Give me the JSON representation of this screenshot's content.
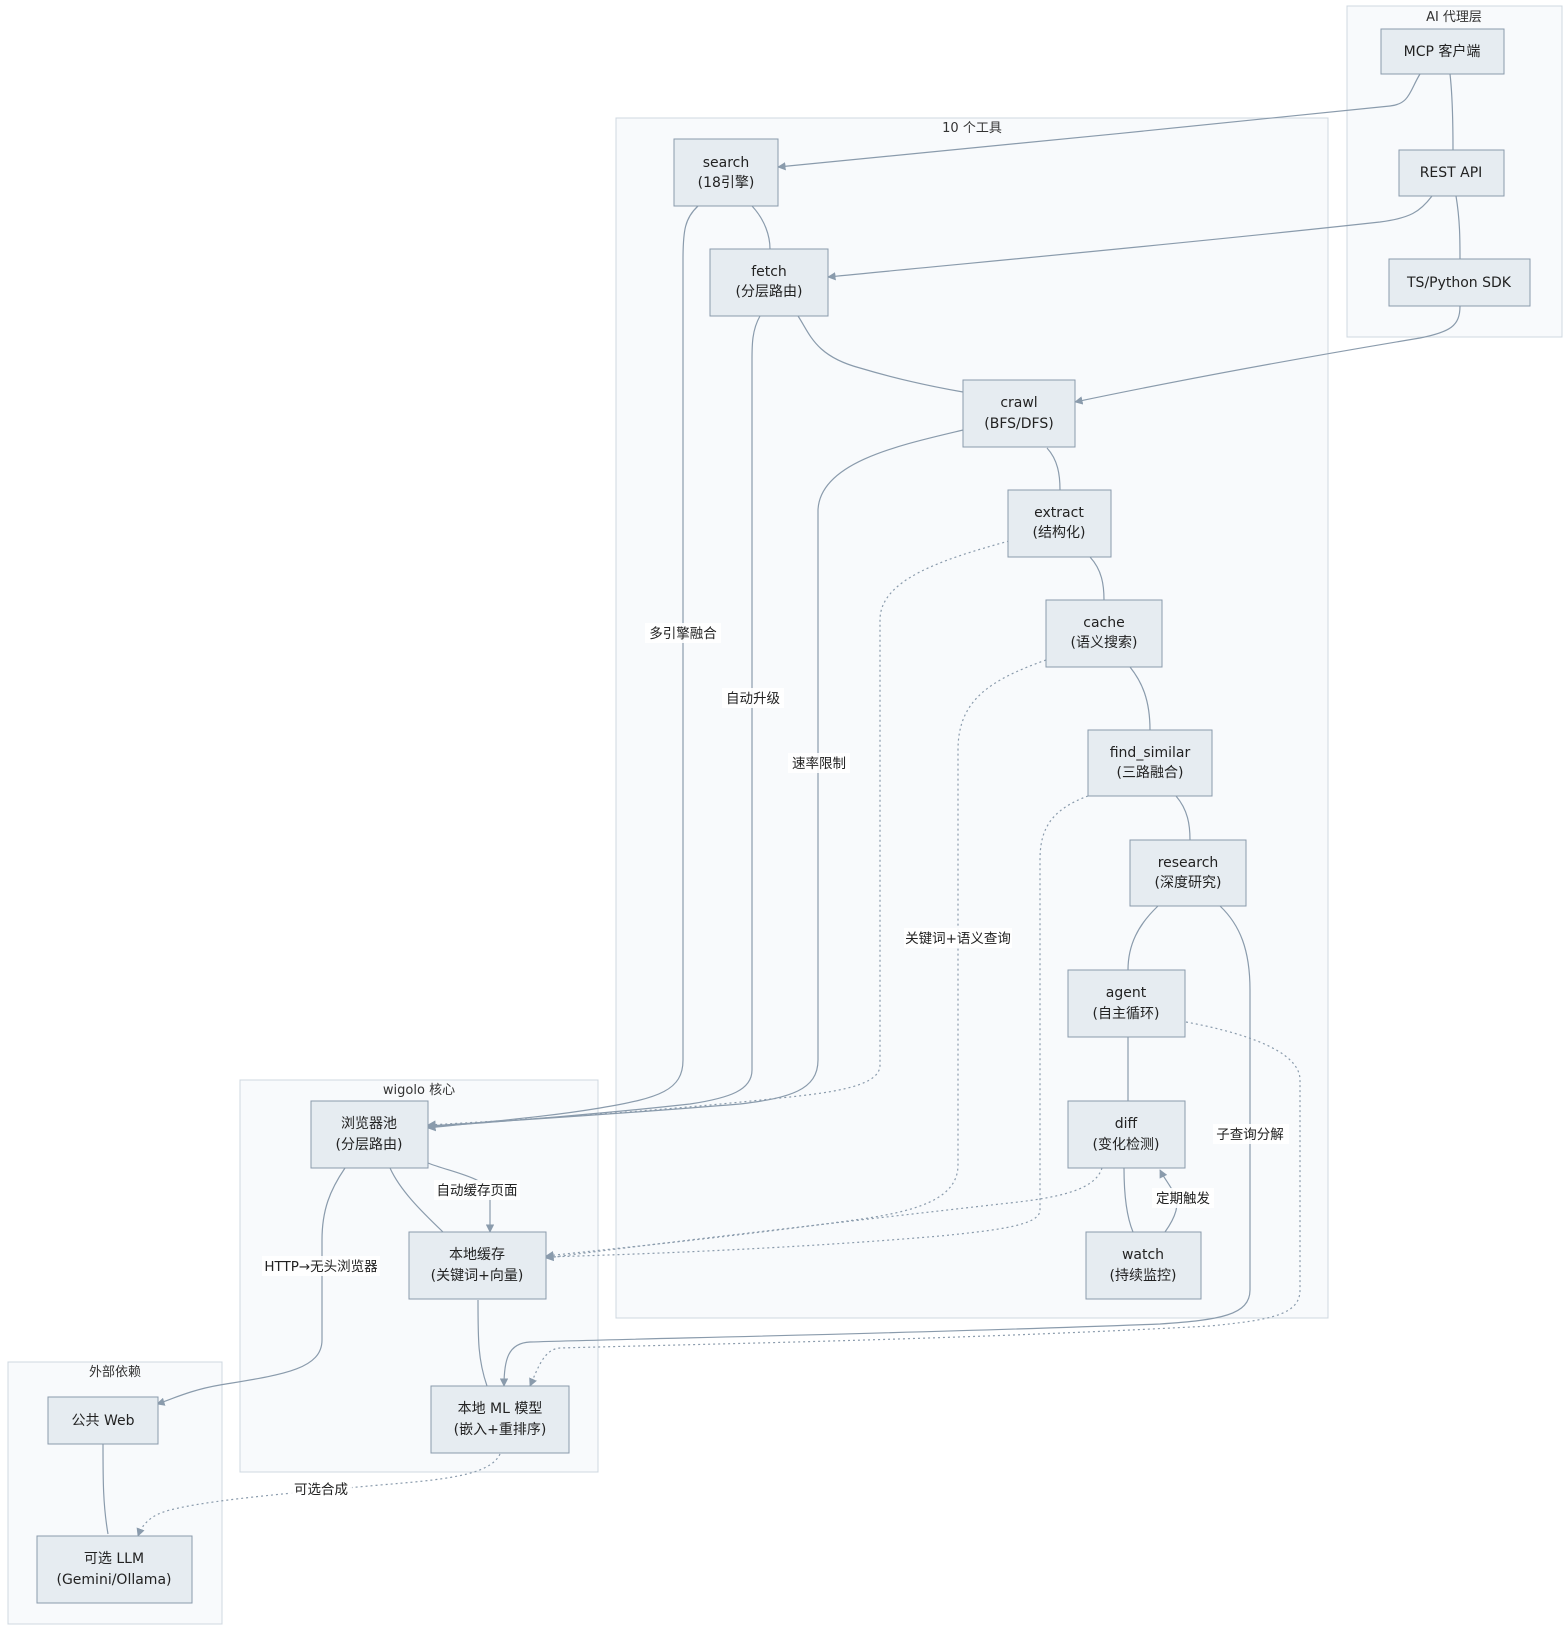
{
  "clusters": {
    "ai_layer": "AI 代理层",
    "tools": "10 个工具",
    "core": "wigolo 核心",
    "external": "外部依赖"
  },
  "nodes": {
    "mcp": [
      "MCP 客户端"
    ],
    "rest": [
      "REST API"
    ],
    "sdk": [
      "TS/Python SDK"
    ],
    "search": [
      "search",
      "(18引擎)"
    ],
    "fetch": [
      "fetch",
      "(分层路由)"
    ],
    "crawl": [
      "crawl",
      "(BFS/DFS)"
    ],
    "extract": [
      "extract",
      "(结构化)"
    ],
    "cache": [
      "cache",
      "(语义搜索)"
    ],
    "find_similar": [
      "find_similar",
      "(三路融合)"
    ],
    "research": [
      "research",
      "(深度研究)"
    ],
    "agent": [
      "agent",
      "(自主循环)"
    ],
    "diff": [
      "diff",
      "(变化检测)"
    ],
    "watch": [
      "watch",
      "(持续监控)"
    ],
    "browser_pool": [
      "浏览器池",
      "(分层路由)"
    ],
    "local_cache": [
      "本地缓存",
      "(关键词+向量)"
    ],
    "ml_model": [
      "本地 ML 模型",
      "(嵌入+重排序)"
    ],
    "web": [
      "公共 Web"
    ],
    "llm": [
      "可选 LLM",
      "(Gemini/Ollama)"
    ]
  },
  "edge_labels": {
    "multi_engine": "多引擎融合",
    "auto_upgrade": "自动升级",
    "rate_limit": "速率限制",
    "keyword_semantic": "关键词+语义查询",
    "subquery": "子查询分解",
    "scheduled": "定期触发",
    "auto_cache": "自动缓存页面",
    "http_headless": "HTTP→无头浏览器",
    "optional_synth": "可选合成"
  }
}
